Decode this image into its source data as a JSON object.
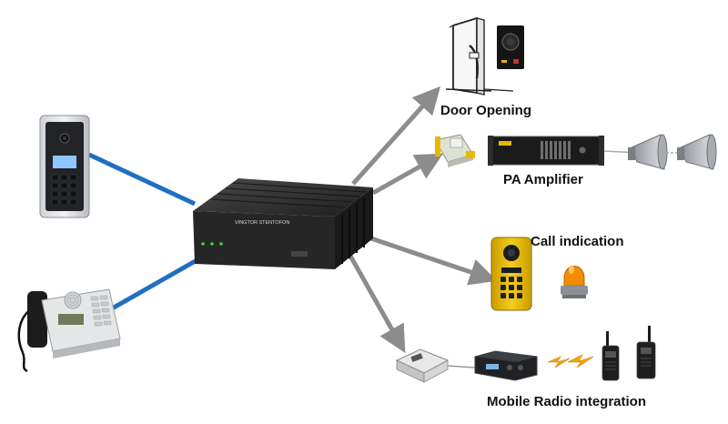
{
  "labels": {
    "door_opening": "Door Opening",
    "pa_amplifier": "PA Amplifier",
    "call_indication": "Call indication",
    "mobile_radio": "Mobile Radio integration"
  },
  "central_unit": {
    "brand": "VINGTOR STENTOFON"
  },
  "colors": {
    "link_blue": "#1f6fc1",
    "arrow_gray": "#8c8c8c",
    "unit_body": "#2b2b2b",
    "alert_yellow": "#e6b800",
    "beacon_orange": "#f28c00"
  },
  "icons": {
    "door": "door-icon",
    "intercom_panel": "door-intercom-panel-icon",
    "desk_station": "desk-master-station-icon",
    "relay_module": "relay-module-icon",
    "amplifier": "pa-amplifier-icon",
    "horn_speaker": "horn-speaker-icon",
    "industrial_phone": "industrial-intercom-icon",
    "beacon": "beacon-icon",
    "radio_gateway": "radio-gateway-icon",
    "mobile_radio": "mobile-radio-icon",
    "walkie_talkie": "walkie-talkie-icon"
  }
}
